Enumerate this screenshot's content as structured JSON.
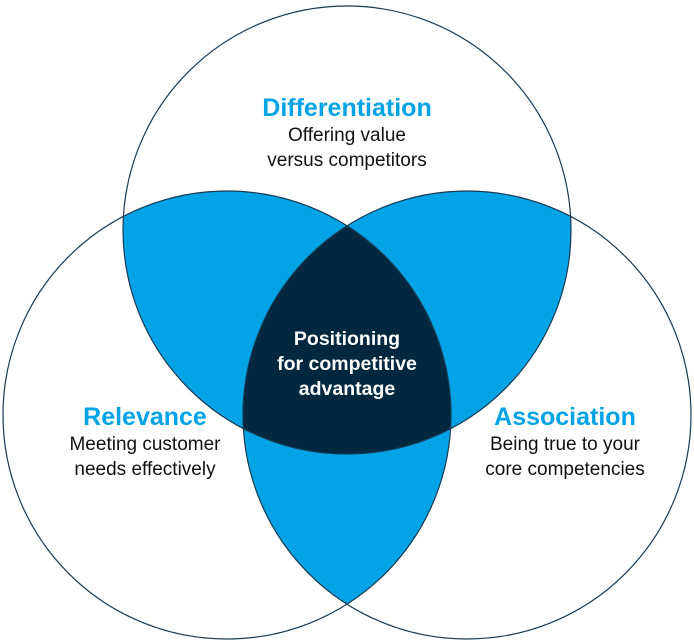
{
  "colors": {
    "accent": "#00a3e6",
    "center": "#022840",
    "outline": "#1a3a52",
    "title_text": "#00a3e6",
    "body_text": "#111111",
    "center_text": "#ffffff",
    "background": "#ffffff"
  },
  "diagram": {
    "type": "venn-3",
    "circles": [
      {
        "id": "differentiation",
        "title": "Differentiation",
        "desc_line1": "Offering value",
        "desc_line2": "versus competitors"
      },
      {
        "id": "relevance",
        "title": "Relevance",
        "desc_line1": "Meeting customer",
        "desc_line2": "needs effectively"
      },
      {
        "id": "association",
        "title": "Association",
        "desc_line1": "Being true to your",
        "desc_line2": "core competencies"
      }
    ],
    "center": {
      "line1": "Positioning",
      "line2": "for competitive",
      "line3": "advantage"
    }
  }
}
